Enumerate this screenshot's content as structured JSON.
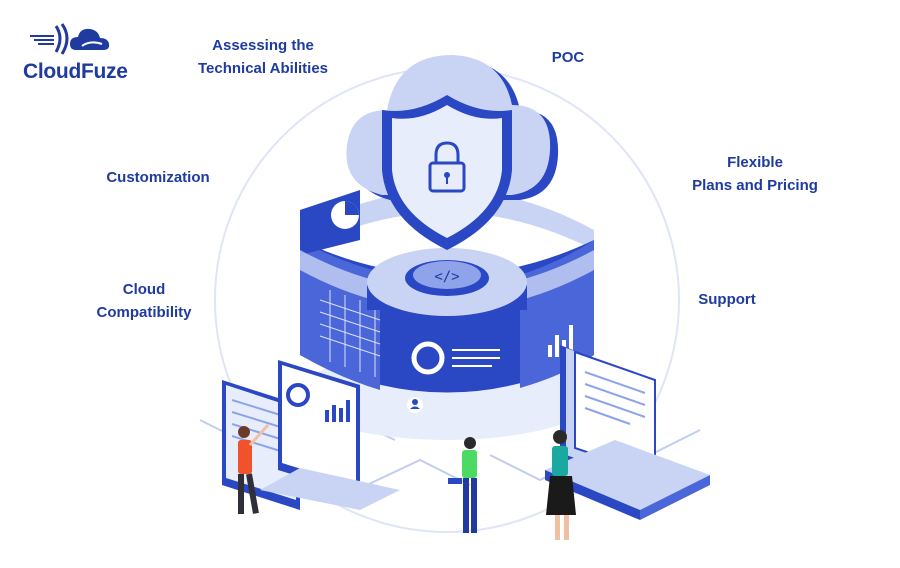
{
  "brand": {
    "name": "CloudFuze",
    "color": "#1f3b9f"
  },
  "labels": {
    "assessing_line1": "Assessing the",
    "assessing_line2": "Technical Abilities",
    "poc": "POC",
    "customization": "Customization",
    "flexible_line1": "Flexible",
    "flexible_line2": "Plans and Pricing",
    "cloud_line1": "Cloud",
    "cloud_line2": "Compatibility",
    "support": "Support"
  },
  "icons": [
    "cloud-icon",
    "shield-icon",
    "lock-icon",
    "gear-icon",
    "code-icon",
    "pie-chart-icon",
    "bar-chart-icon",
    "user-icon",
    "document-icon"
  ],
  "palette": {
    "primary": "#2a47c4",
    "light": "#c9d4f5",
    "pale": "#e8edfb",
    "accent_green": "#4cd964",
    "accent_red": "#f0522b",
    "accent_teal": "#1aa9a0"
  }
}
